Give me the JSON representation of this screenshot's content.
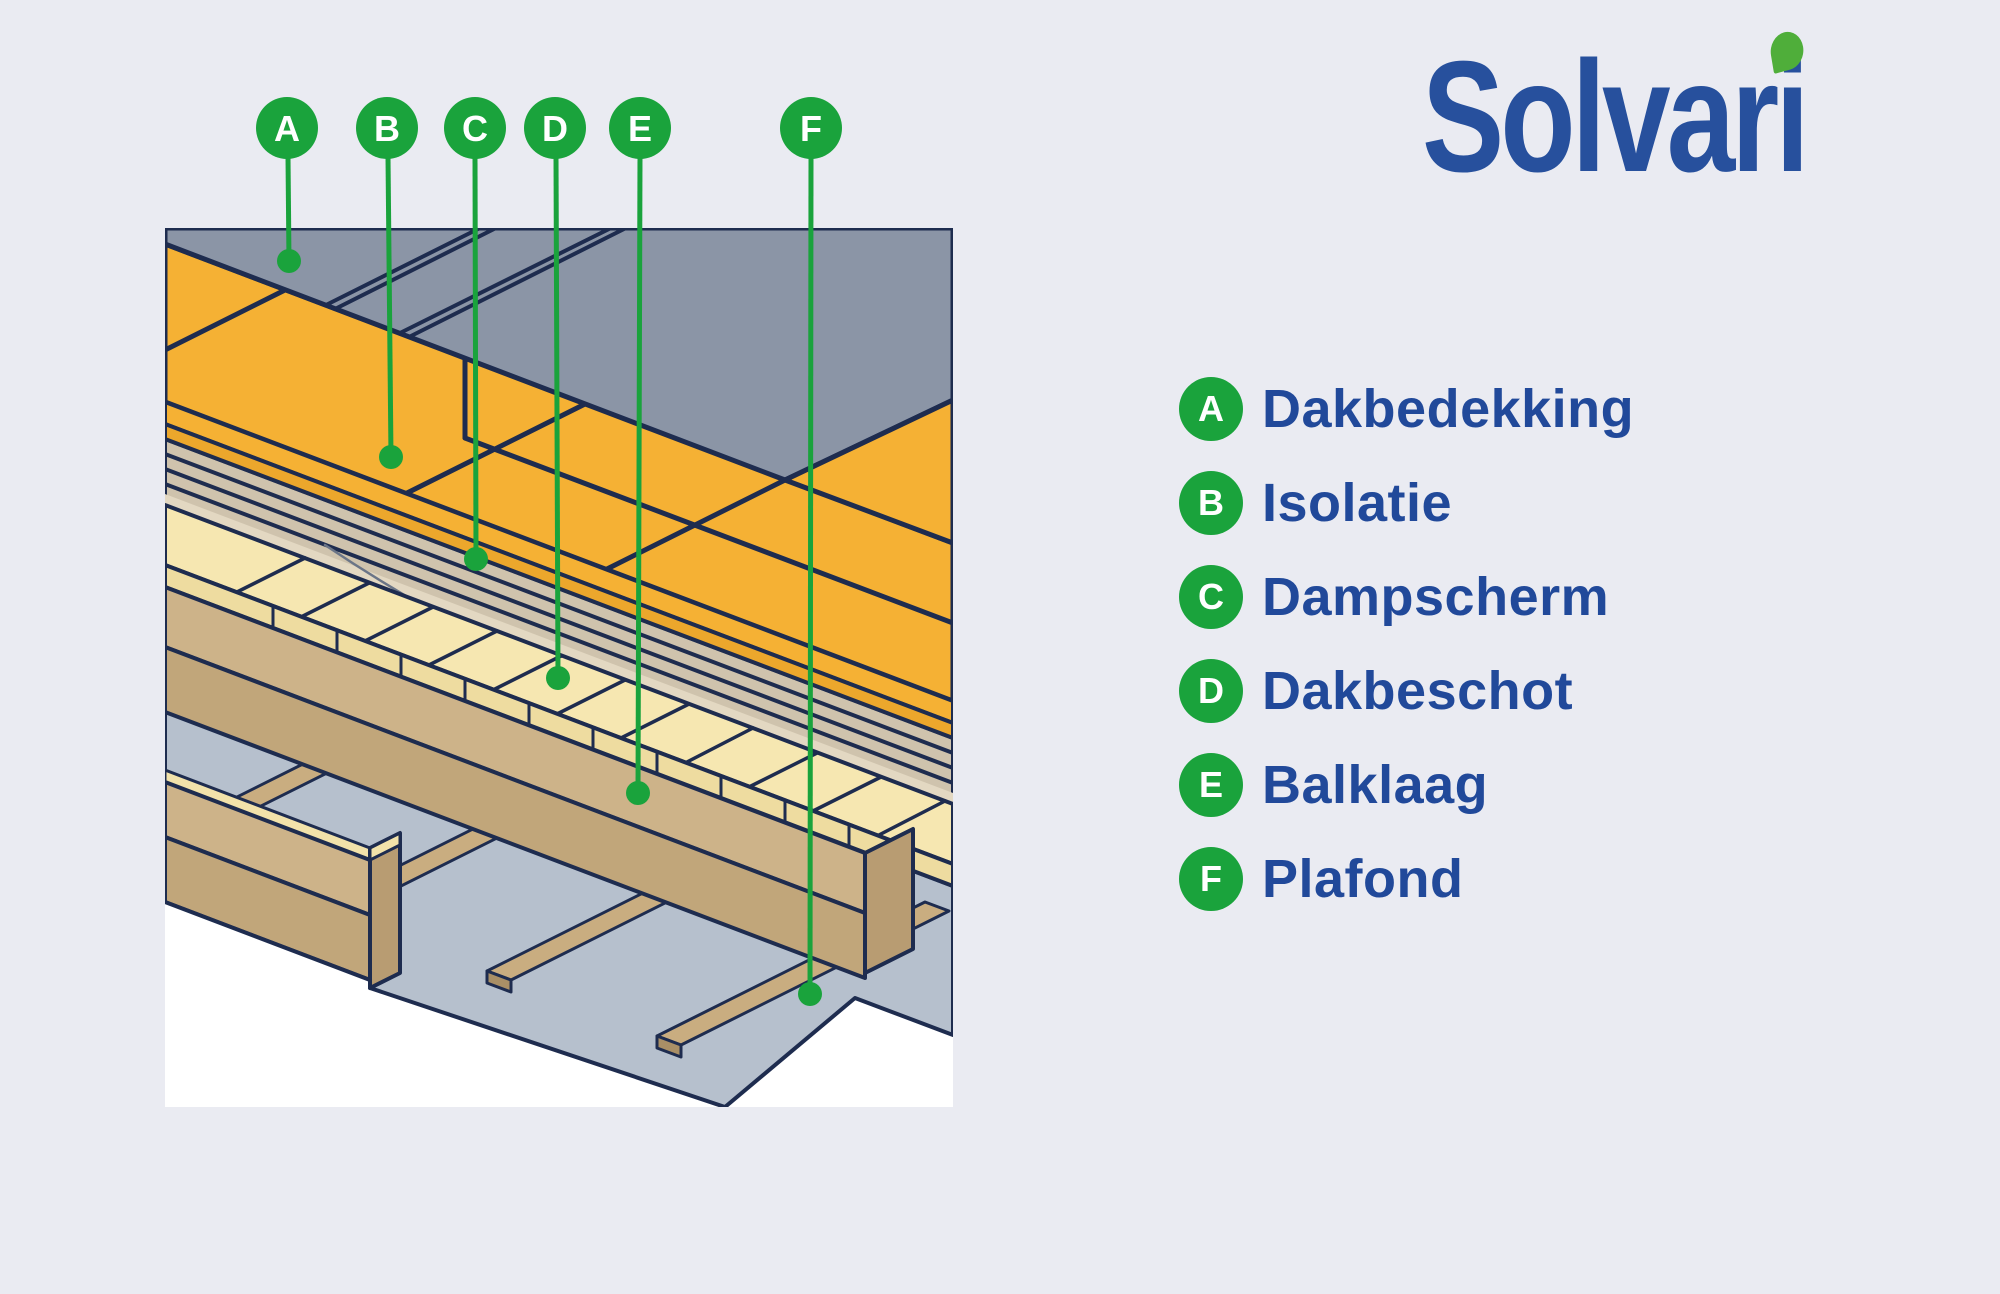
{
  "page": {
    "background": "#eaebf2",
    "canvas_background": "#ffffff"
  },
  "logo": {
    "text_main": "Solvar",
    "text_i": "i",
    "color": "#27509d",
    "leaf_color": "#4fae3a"
  },
  "diagram": {
    "marker_color": "#1aa33c",
    "outline_color": "#1e2c4f",
    "markers": [
      {
        "letter": "A"
      },
      {
        "letter": "B"
      },
      {
        "letter": "C"
      },
      {
        "letter": "D"
      },
      {
        "letter": "E"
      },
      {
        "letter": "F"
      }
    ],
    "layers": {
      "dakbedekking": "#8b95a6",
      "isolatie": "#f5b134",
      "isolatie_edge": "#eca72c",
      "dampscherm": "#cfc3ad",
      "dampscherm_highlight": "#e3d8c2",
      "dakbeschot": "#f6e7b1",
      "dakbeschot_edge": "#eedca0",
      "balklaag_top": "#cdb389",
      "balklaag_side": "#c1a67a",
      "balklaag_end": "#b89c72",
      "lat": "#f2e2aa",
      "tengel": "#c9ad80",
      "plafond": "#b6c0cd"
    }
  },
  "legend": {
    "circle_color": "#1aa33c",
    "letter_color": "#ffffff",
    "text_color": "#21499a",
    "items": [
      {
        "letter": "A",
        "label": "Dakbedekking"
      },
      {
        "letter": "B",
        "label": "Isolatie"
      },
      {
        "letter": "C",
        "label": "Dampscherm"
      },
      {
        "letter": "D",
        "label": "Dakbeschot"
      },
      {
        "letter": "E",
        "label": "Balklaag"
      },
      {
        "letter": "F",
        "label": "Plafond"
      }
    ]
  }
}
